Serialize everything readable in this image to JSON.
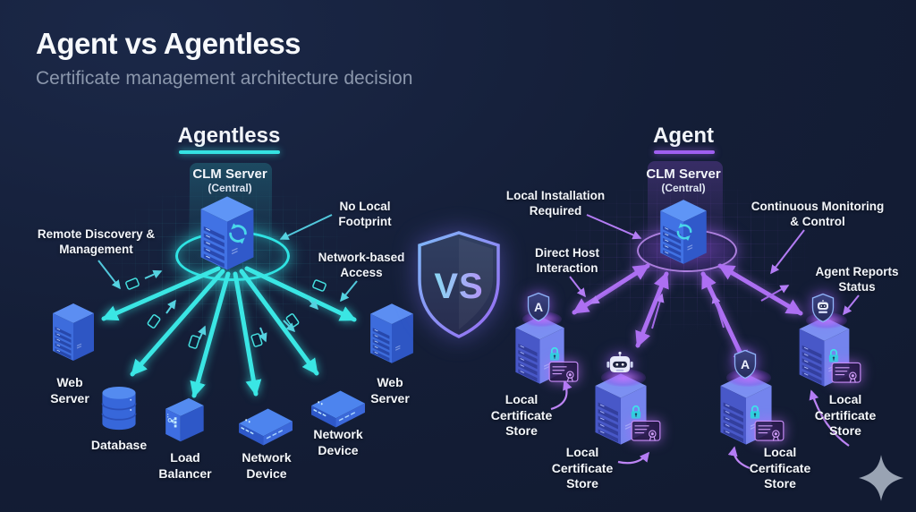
{
  "header": {
    "title": "Agent vs Agentless",
    "subtitle": "Certificate management architecture decision"
  },
  "divider": {
    "vs_label": "VS"
  },
  "left": {
    "heading": "Agentless",
    "accent_color": "#35e2e2",
    "hub": {
      "title": "CLM Server",
      "subtitle": "(Central)",
      "icon": "sync-icon"
    },
    "callouts": {
      "remote_discovery": "Remote Discovery & Management",
      "no_local_footprint": "No Local Footprint",
      "network_based_access": "Network-based Access"
    },
    "devices": [
      {
        "label": "Web Server",
        "icon": "server-tower-icon"
      },
      {
        "label": "Database",
        "icon": "database-icon"
      },
      {
        "label": "Load Balancer",
        "icon": "load-balancer-icon"
      },
      {
        "label": "Network Device",
        "icon": "network-switch-icon"
      },
      {
        "label": "Network Device",
        "icon": "network-switch-icon"
      },
      {
        "label": "Web Server",
        "icon": "server-tower-icon"
      }
    ]
  },
  "right": {
    "heading": "Agent",
    "accent_color": "#a266f0",
    "hub": {
      "title": "CLM Server",
      "subtitle": "(Central)",
      "icon": "sync-icon"
    },
    "callouts": {
      "local_installation": "Local Installation Required",
      "direct_host": "Direct Host Interaction",
      "continuous_monitoring": "Continuous Monitoring & Control",
      "agent_reports": "Agent Reports Status"
    },
    "agents": [
      {
        "label": "Local Certificate Store",
        "badge_icon": "agent-shield-icon",
        "extras": [
          "lock-icon",
          "certificate-icon"
        ]
      },
      {
        "label": "Local Certificate Store",
        "badge_icon": "robot-icon",
        "extras": [
          "lock-icon",
          "certificate-icon"
        ]
      },
      {
        "label": "Local Certificate Store",
        "badge_icon": "agent-shield-icon",
        "extras": [
          "lock-icon",
          "certificate-icon"
        ]
      },
      {
        "label": "Local Certificate Store",
        "badge_icon": "robot-shield-icon",
        "extras": [
          "lock-icon",
          "certificate-icon"
        ]
      }
    ]
  },
  "footer": {
    "logo": "sparkle-icon"
  },
  "palette": {
    "background": "#141e37",
    "cyan_arrows": "#3ae6e4",
    "purple_arrows": "#ad6ff2",
    "server_blue": "#3d6cdc",
    "text": "#f2f5fa",
    "muted_text": "#8b97ac"
  }
}
